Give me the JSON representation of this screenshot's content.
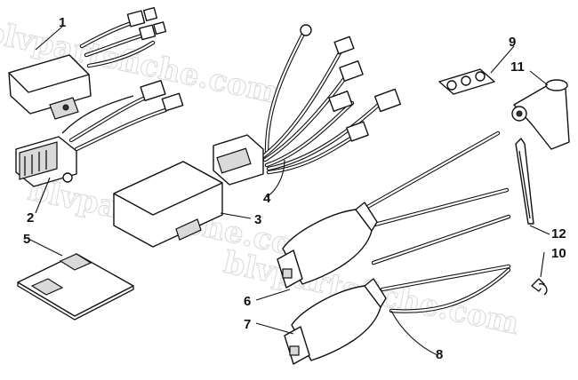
{
  "watermark": {
    "text": "blvpartsfiche.com"
  },
  "callouts": [
    {
      "label": "1",
      "part": "module-box"
    },
    {
      "label": "2",
      "part": "rectifier-regulator"
    },
    {
      "label": "3",
      "part": "cdi-unit"
    },
    {
      "label": "4",
      "part": "wiring-harness"
    },
    {
      "label": "5",
      "part": "pad"
    },
    {
      "label": "6",
      "part": "ignition-coil-upper"
    },
    {
      "label": "7",
      "part": "ignition-coil-lower"
    },
    {
      "label": "8",
      "part": "spark-plug-wires"
    },
    {
      "label": "9",
      "part": "wire-holder"
    },
    {
      "label": "10",
      "part": "clip"
    },
    {
      "label": "11",
      "part": "spark-plug-cap"
    },
    {
      "label": "12",
      "part": "cable-tie"
    }
  ],
  "colors": {
    "line": "#111111",
    "fill": "#ffffff",
    "shade": "#d9d9d9",
    "watermark": "#cfcfcf"
  }
}
